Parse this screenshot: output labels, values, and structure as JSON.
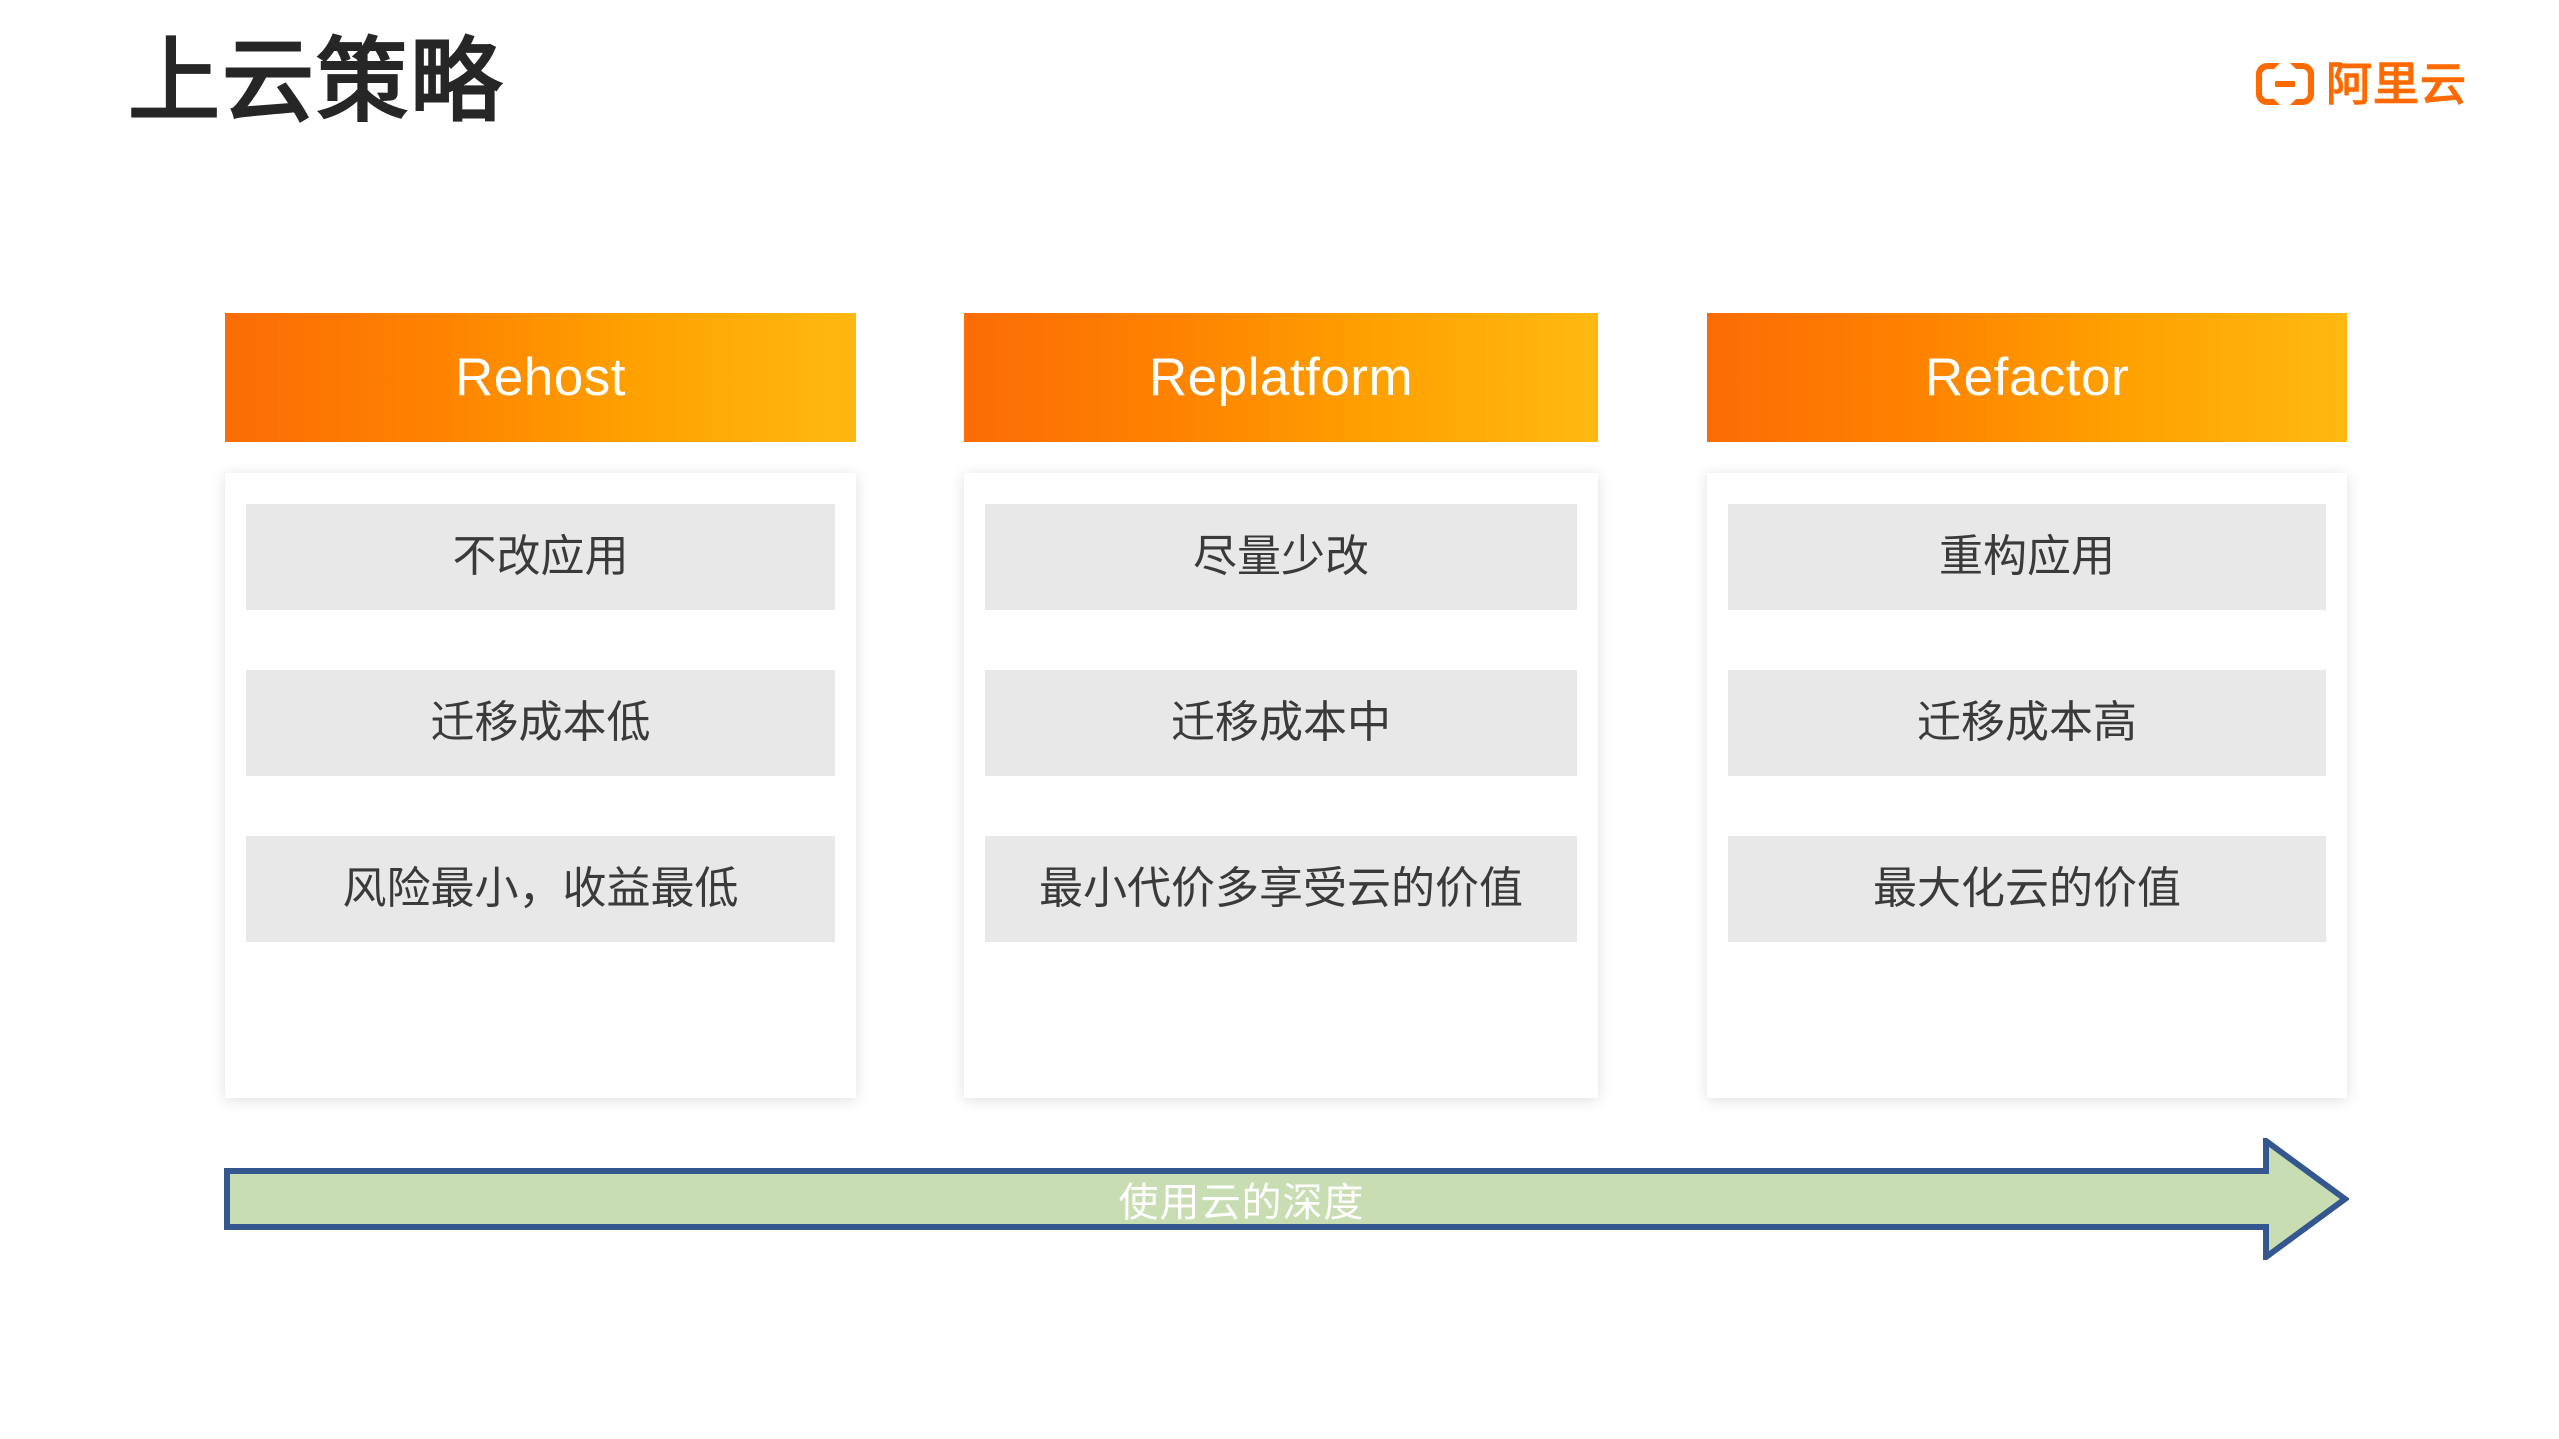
{
  "slide": {
    "title": "上云策略",
    "background_color": "#FFFFFF"
  },
  "brand": {
    "name": "阿里云",
    "mark_icon": "alibaba-cloud-bracket-icon",
    "color": "#FF6A00"
  },
  "columns": [
    {
      "header": "Rehost",
      "cells": [
        "不改应用",
        "迁移成本低",
        "风险最小，收益最低"
      ]
    },
    {
      "header": "Replatform",
      "cells": [
        "尽量少改",
        "迁移成本中",
        "最小代价多享受云的价值"
      ]
    },
    {
      "header": "Refactor",
      "cells": [
        "重构应用",
        "迁移成本高",
        "最大化云的价值"
      ]
    }
  ],
  "arrow": {
    "label": "使用云的深度",
    "fill_color": "#C8DDB2",
    "border_color": "#33578E",
    "label_color": "#FFFFFF",
    "direction": "right"
  },
  "theme": {
    "header_gradient_start": "#FC6C06",
    "header_gradient_end": "#FFB911",
    "cell_background": "#E8E8E8",
    "cell_text_color": "#3A3A3A",
    "title_color": "#262626"
  }
}
